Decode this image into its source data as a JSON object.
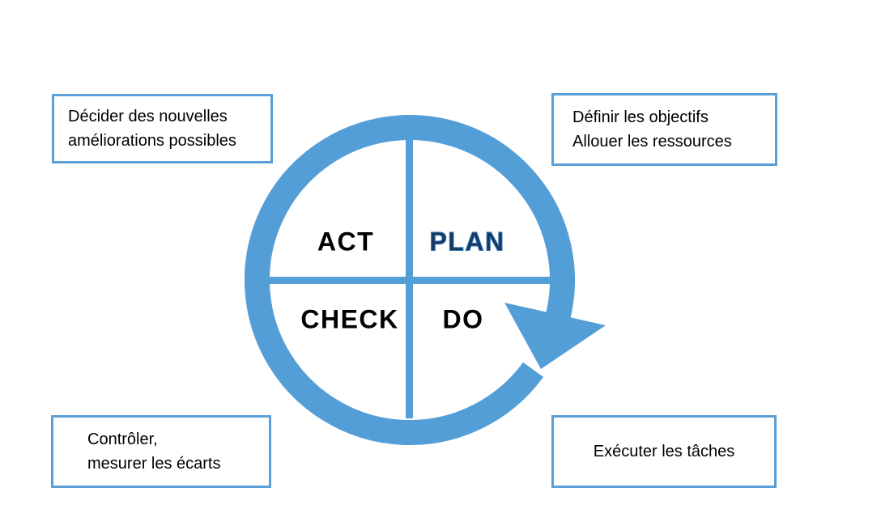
{
  "diagram_type": "pdca-cycle",
  "colors": {
    "accent_blue": "#549ED7",
    "box_border_blue": "#5B9FD8",
    "plan_text_blue": "#17375E",
    "label_text": "#000000",
    "background": "#FFFFFF"
  },
  "cycle": {
    "act_label": "ACT",
    "plan_label": "PLAN",
    "check_label": "CHECK",
    "do_label": "DO"
  },
  "boxes": {
    "top_left": {
      "line1": "Décider des nouvelles",
      "line2": "améliorations possibles"
    },
    "top_right": {
      "line1": "Définir les objectifs",
      "line2": "Allouer les ressources"
    },
    "bottom_left": {
      "line1": "Contrôler,",
      "line2": "mesurer les écarts"
    },
    "bottom_right": {
      "line1": "Exécuter les tâches"
    }
  }
}
